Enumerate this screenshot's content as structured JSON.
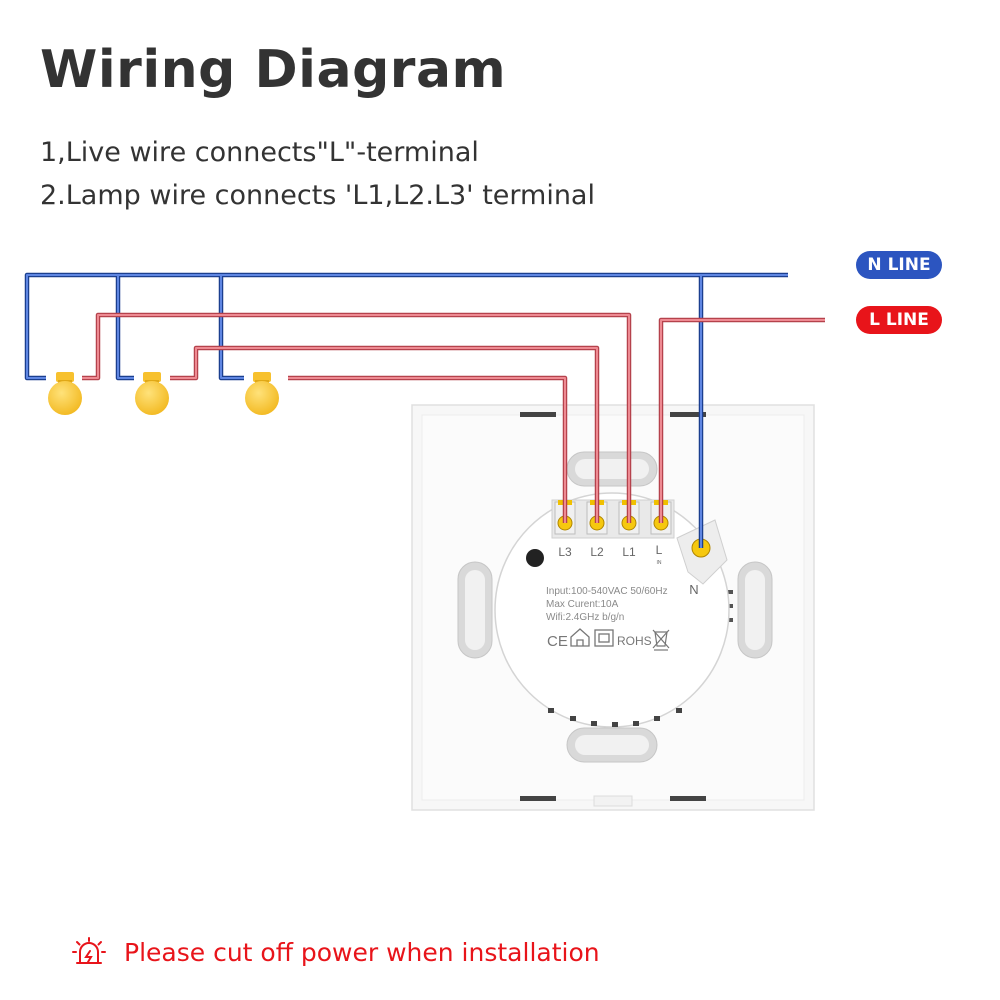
{
  "title": "Wiring Diagram",
  "instructions": [
    "1,Live wire connects\"L\"-terminal",
    "2.Lamp wire connects 'L1,L2.L3' terminal"
  ],
  "lines": {
    "n_line": "N LINE",
    "l_line": "L LINE"
  },
  "terminals": [
    "L3",
    "L2",
    "L1",
    "L"
  ],
  "terminal_l_sub": "IN",
  "neutral_terminal": "N",
  "specs": [
    "Input:100-540VAC 50/60Hz",
    "Max Curent:10A",
    "Wifi:2.4GHz b/g/n"
  ],
  "certifications": {
    "ce": "CE",
    "rohs": "ROHS"
  },
  "warning": "Please cut off power when installation",
  "colors": {
    "neutral_wire": "#2c55c0",
    "live_wire": "#d9505a",
    "warning": "#e8141a",
    "bulb": "#f7c12e"
  }
}
